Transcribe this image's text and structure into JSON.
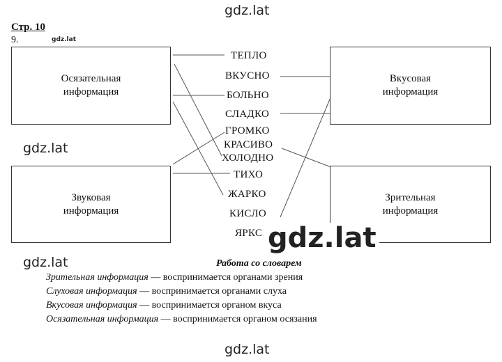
{
  "page_title": "Стр. 10",
  "task_number": "9.",
  "boxes": {
    "tactile": "Осязательная\nинформация",
    "taste": "Вкусовая\nинформация",
    "sound": "Звуковая\nинформация",
    "visual": "Зрительная\nинформация"
  },
  "words": [
    "ТЕПЛО",
    "ВКУСНО",
    "БОЛЬНО",
    "СЛАДКО",
    "ГРОМКО",
    "КРАСИВО",
    "ХОЛОДНО",
    "ТИХО",
    "ЖАРКО",
    "КИСЛО",
    "ЯРКС"
  ],
  "dictionary": {
    "title": "Работа со словарем",
    "entries": [
      {
        "term": "Зрительная информация",
        "definition": " — воспринимается органами зрения"
      },
      {
        "term": "Слуховая  информация",
        "definition": " — воспринимается органами слуха"
      },
      {
        "term": "Вкусовая информация",
        "definition": " — воспринимается органом вкуса"
      },
      {
        "term": "Осязательная информация",
        "definition": " — воспринимается органом осязания"
      }
    ]
  },
  "watermarks": {
    "top": "gdz.lat",
    "small": "gdz.lat",
    "left_mid": "gdz.lat",
    "big": "gdz.lat",
    "left_bottom": "gdz.lat",
    "bottom": "gdz.lat"
  }
}
